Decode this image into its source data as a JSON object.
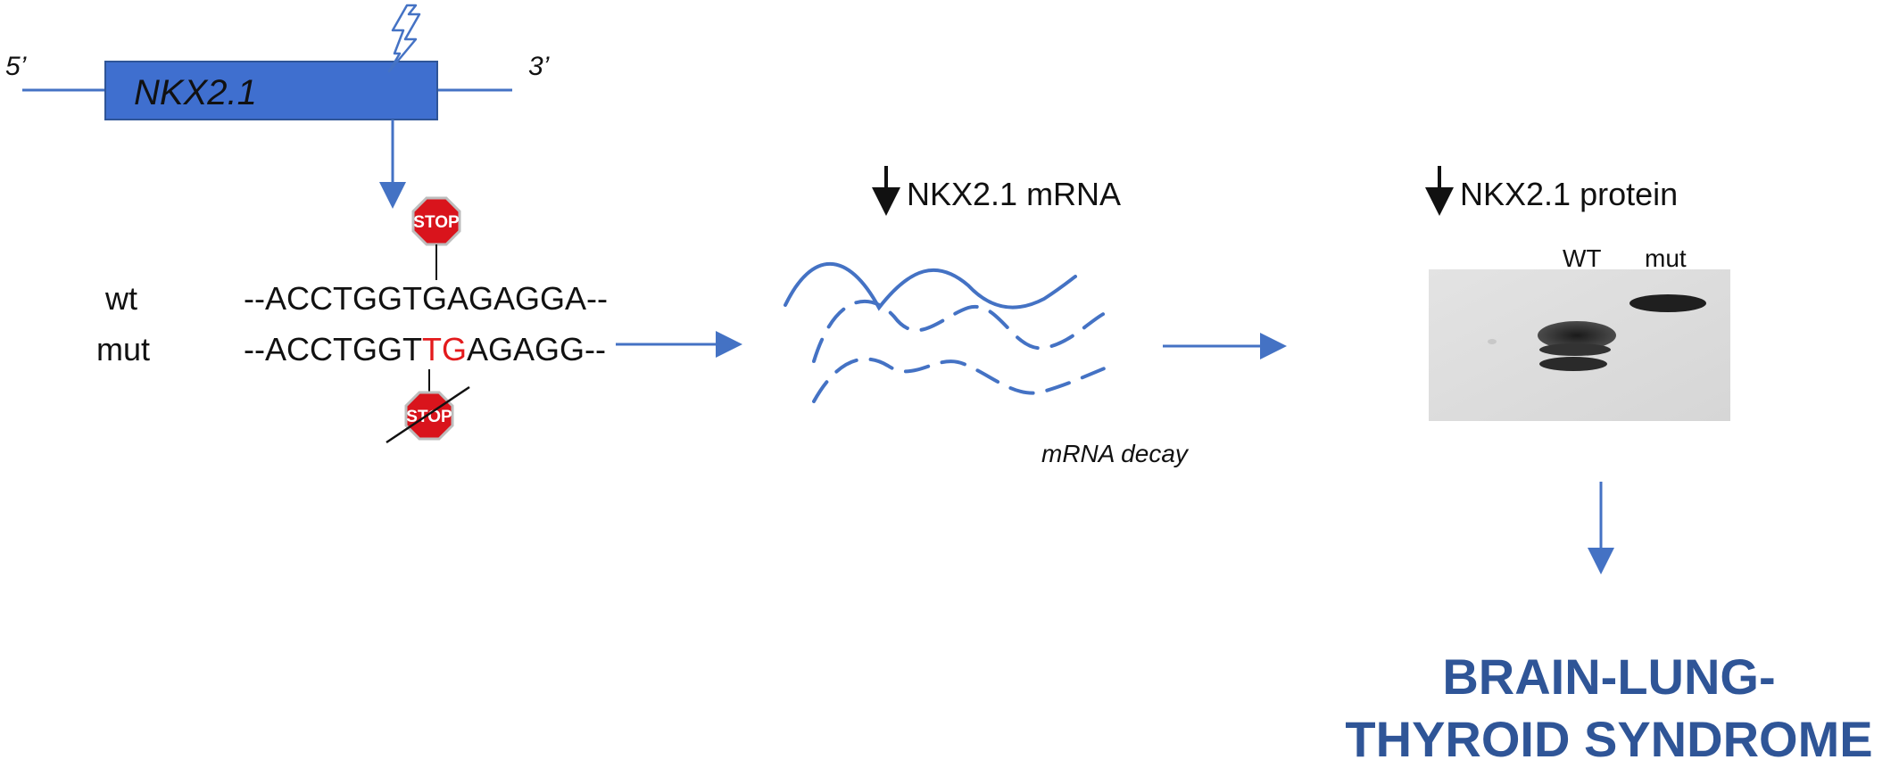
{
  "gene": {
    "name": "NKX2.1",
    "five_prime": "5’",
    "three_prime": "3’",
    "bolt_icon": "lightning-bolt-icon"
  },
  "sequence": {
    "wt_label": "wt",
    "mut_label": "mut",
    "wt_seq": "--ACCTGGTGAGAGGA--",
    "mut_prefix": "--ACCTGGT",
    "mut_highlight": "TG",
    "mut_suffix": "AGAGG--",
    "stop_text": "STOP",
    "highlight_color": "#e31a1c"
  },
  "mrna": {
    "label": "NKX2.1 mRNA",
    "decay_label": "mRNA decay"
  },
  "protein": {
    "label": "NKX2.1 protein",
    "lane_wt": "WT",
    "lane_mut": "mut"
  },
  "outcome": {
    "line1": "BRAIN-LUNG-",
    "line2": "THYROID SYNDROME"
  },
  "colors": {
    "accent_blue": "#4472c4",
    "gene_box": "#3f6fcf",
    "title_blue": "#2f5597",
    "stop_red": "#d9141c"
  }
}
